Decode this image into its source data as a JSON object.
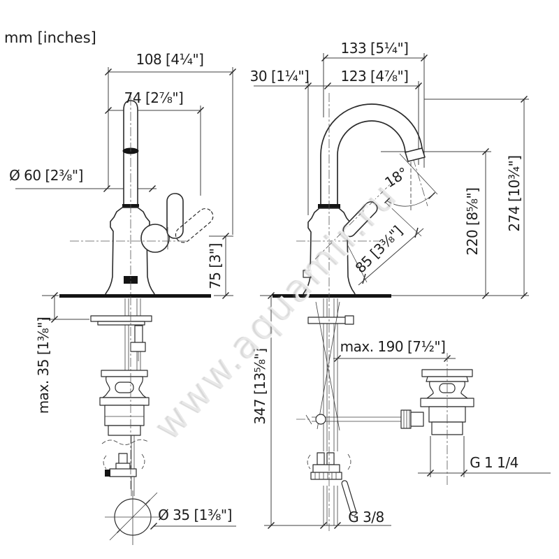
{
  "meta": {
    "units_label": "mm [inches]",
    "watermark": "www.aquamir.ru"
  },
  "colors": {
    "line": "#2b2b2b",
    "dim_line": "#3f3f3f",
    "text": "#1c1c1c",
    "background": "#ffffff",
    "watermark_gray": "#7d7d7d"
  },
  "dims": {
    "total_width": "108 [4¼\"]",
    "handle_width": "74 [2⅞\"]",
    "base_diameter": "Ø 60 [2⅜\"]",
    "spout_height": "75 [3\"]",
    "max_deck_thickness": "max. 35 [1⅜\"]",
    "hole_diameter": "Ø 35 [1⅜\"]",
    "right_total_width": "133 [5¼\"]",
    "spout_reach": "123 [4⅞\"]",
    "rear_offset": "30 [1¼\"]",
    "spout_angle": "18°",
    "lever_length": "85 [3⅜\"]",
    "outlet_height": "220 [8⅝\"]",
    "total_height": "274 [10¾\"]",
    "max_rod_reach": "max. 190 [7½\"]",
    "below_deck_depth": "347 [13⅝\"]",
    "drain_thread": "G 1 1/4",
    "supply_thread": "G 3/8"
  }
}
